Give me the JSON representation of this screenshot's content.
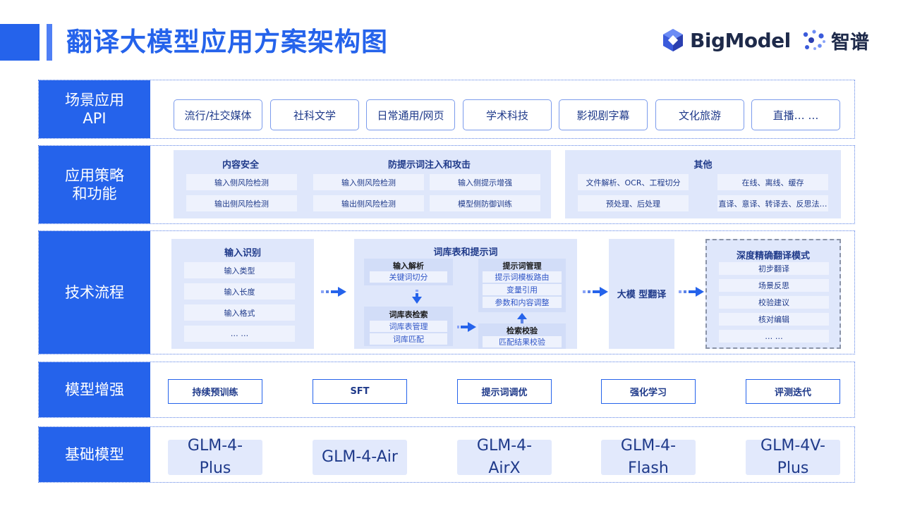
{
  "title": "翻译大模型应用方案架构图",
  "logos": {
    "bigmodel": "BigModel",
    "zhipu": "智谱"
  },
  "colors": {
    "accent": "#2563eb",
    "panel": "#dfe7fb",
    "cell": "#eef2fd"
  },
  "rows": {
    "scenario": {
      "label": "场景应用\nAPI",
      "items": [
        "流行/社交媒体",
        "社科文学",
        "日常通用/网页",
        "学术科技",
        "影视剧字幕",
        "文化旅游",
        "直播… …"
      ]
    },
    "strategy": {
      "label": "应用策略\n和功能",
      "content_safety": {
        "title": "内容安全",
        "items": [
          "输入侧风险检测",
          "输出侧风险检测"
        ]
      },
      "anti_injection": {
        "title": "防提示词注入和攻击",
        "items": [
          "输入侧风险检测",
          "输入侧提示增强",
          "输出侧风险检测",
          "模型侧防御训练"
        ]
      },
      "other": {
        "title": "其他",
        "items": [
          "文件解析、OCR、工程切分",
          "在线、离线、缓存",
          "预处理、后处理",
          "直译、意译、转译去、反思法…"
        ]
      }
    },
    "tech_flow": {
      "label": "技术流程",
      "input_recognition": {
        "title": "输入识别",
        "items": [
          "输入类型",
          "输入长度",
          "输入格式",
          "… …"
        ]
      },
      "lexicon": {
        "title": "词库表和提示词",
        "input_parse": {
          "title": "输入解析",
          "items": [
            "关键词切分"
          ]
        },
        "lexicon_search": {
          "title": "词库表检索",
          "items": [
            "词库表管理",
            "词库匹配"
          ]
        },
        "prompt_mgmt": {
          "title": "提示词管理",
          "items": [
            "提示词模板路由",
            "变量引用",
            "参数和内容调整"
          ]
        },
        "retrieval_check": {
          "title": "检索校验",
          "items": [
            "匹配结果校验"
          ]
        }
      },
      "llm_translate": {
        "title": "大模 型翻译"
      },
      "deep_mode": {
        "title": "深度精确翻译模式",
        "items": [
          "初步翻译",
          "场景反思",
          "校验建议",
          "核对编辑",
          "… …"
        ]
      }
    },
    "enhancement": {
      "label": "模型增强",
      "items": [
        "持续预训练",
        "SFT",
        "提示词调优",
        "强化学习",
        "评测迭代"
      ]
    },
    "base": {
      "label": "基础模型",
      "items": [
        "GLM-4-\nPlus",
        "GLM-4-Air",
        "GLM-4-\nAirX",
        "GLM-4-\nFlash",
        "GLM-4V-\nPlus"
      ]
    }
  }
}
